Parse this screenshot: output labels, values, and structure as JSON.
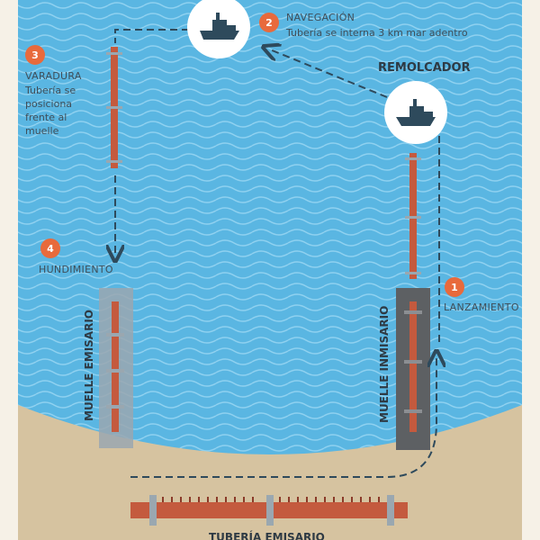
{
  "steps": [
    {
      "number": "1",
      "title": "LANZAMIENTO",
      "desc": ""
    },
    {
      "number": "2",
      "title": "NAVEGACIÓN",
      "desc": "Tubería se interna 3 km mar adentro"
    },
    {
      "number": "3",
      "title": "VARADURA",
      "desc_lines": [
        "Tubería se",
        "posiciona",
        "frente al",
        "muelle"
      ]
    },
    {
      "number": "4",
      "title": "HUNDIMIENTO",
      "desc": ""
    }
  ],
  "tug_label": "REMOLCADOR",
  "left_pier_label": "MUELLE EMISARIO",
  "right_pier_label": "MUELLE INMISARIO",
  "bottom_label": "TUBERÍA EMISARIO",
  "colors": {
    "water": "#5ab6e2",
    "wave": "#8fd1f0",
    "sand": "#d6c3a0",
    "border": "#f6f1e7",
    "pipe": "#c45a3e",
    "pier_left": "#9aa7b0",
    "pier_right": "#5d6063",
    "badge": "#e86a3c",
    "arrow": "#2e4a5c"
  }
}
